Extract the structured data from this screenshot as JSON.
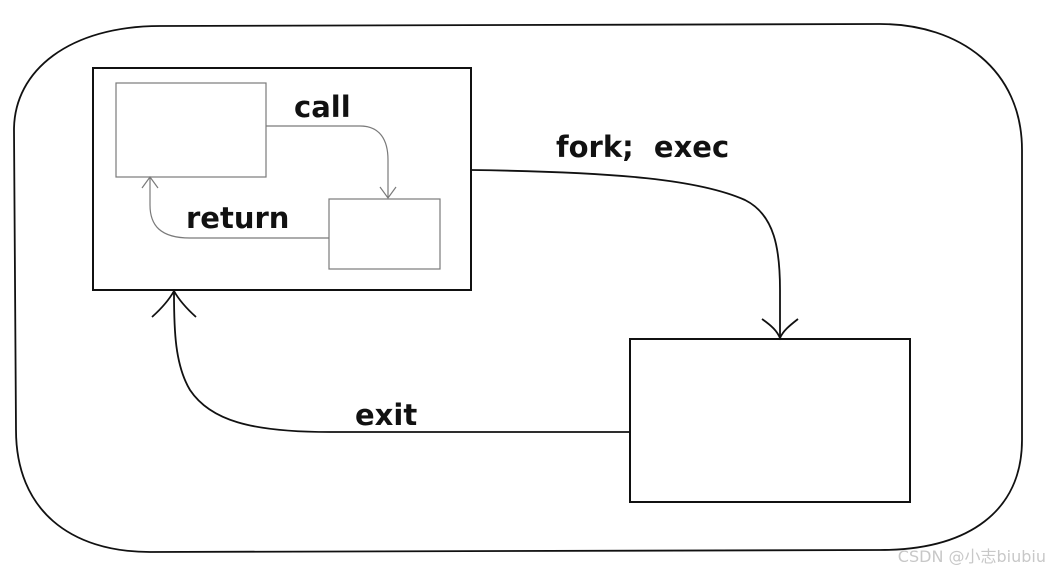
{
  "labels": {
    "call": "call",
    "return": "return",
    "fork_exec": "fork;  exec",
    "exit": "exit"
  },
  "watermark": "CSDN @小志biubiu",
  "colors": {
    "background": "#ffffff",
    "stroke_main": "#111111",
    "stroke_inner": "#7a7a7a",
    "watermark": "#c8c8c8"
  }
}
